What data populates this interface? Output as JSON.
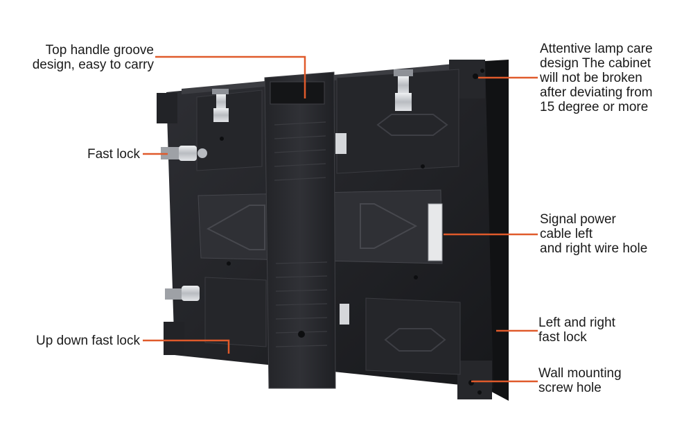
{
  "colors": {
    "leader_line": "#e05a2b",
    "cabinet_dark": "#1c1d20",
    "cabinet_mid": "#2b2c30",
    "cabinet_light": "#3a3b40",
    "metal": "#c9ccd1",
    "background": "#ffffff"
  },
  "product": {
    "name_icon": "led-cabinet-back-panel"
  },
  "callouts": {
    "top_handle": "Top handle groove\ndesign, easy to carry",
    "fast_lock": "Fast lock",
    "up_down_lock": "Up down fast lock",
    "lamp_care": "Attentive lamp care\ndesign The cabinet\nwill not be broken\nafter deviating from\n15 degree or more",
    "signal_power": "Signal power\ncable left\nand right wire hole",
    "left_right_lock": "Left and right\nfast lock",
    "wall_mount": "Wall mounting\nscrew hole"
  }
}
